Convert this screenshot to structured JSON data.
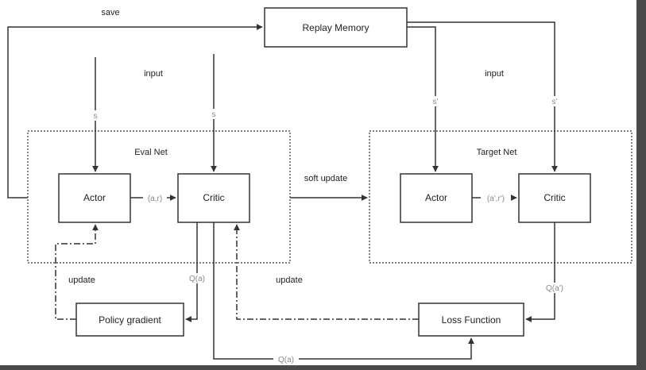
{
  "diagram": {
    "nodes": {
      "replay_memory": "Replay Memory",
      "actor_eval": "Actor",
      "critic_eval": "Critic",
      "actor_target": "Actor",
      "critic_target": "Critic",
      "policy_gradient": "Policy gradient",
      "loss_function": "Loss Function"
    },
    "groups": {
      "eval_net": "Eval Net",
      "target_net": "Target Net"
    },
    "edge_labels": {
      "save": "save",
      "input_left": "input",
      "input_right": "input",
      "s_actor": "s",
      "s_critic": "s",
      "s_prime_actor": "s'",
      "s_prime_critic": "s'",
      "a_r": "(a,r)",
      "a_r_prime": "(a',r')",
      "soft_update": "soft update",
      "update_left": "update",
      "update_right": "update",
      "q_a_down": "Q(a)",
      "q_a_bottom": "Q(a)",
      "q_a_prime": "Q(a')"
    },
    "colors": {
      "background": "#ffffff",
      "frame": "#4a4a4a",
      "stroke": "#333333",
      "label": "#222222",
      "label_gray": "#888888"
    }
  }
}
